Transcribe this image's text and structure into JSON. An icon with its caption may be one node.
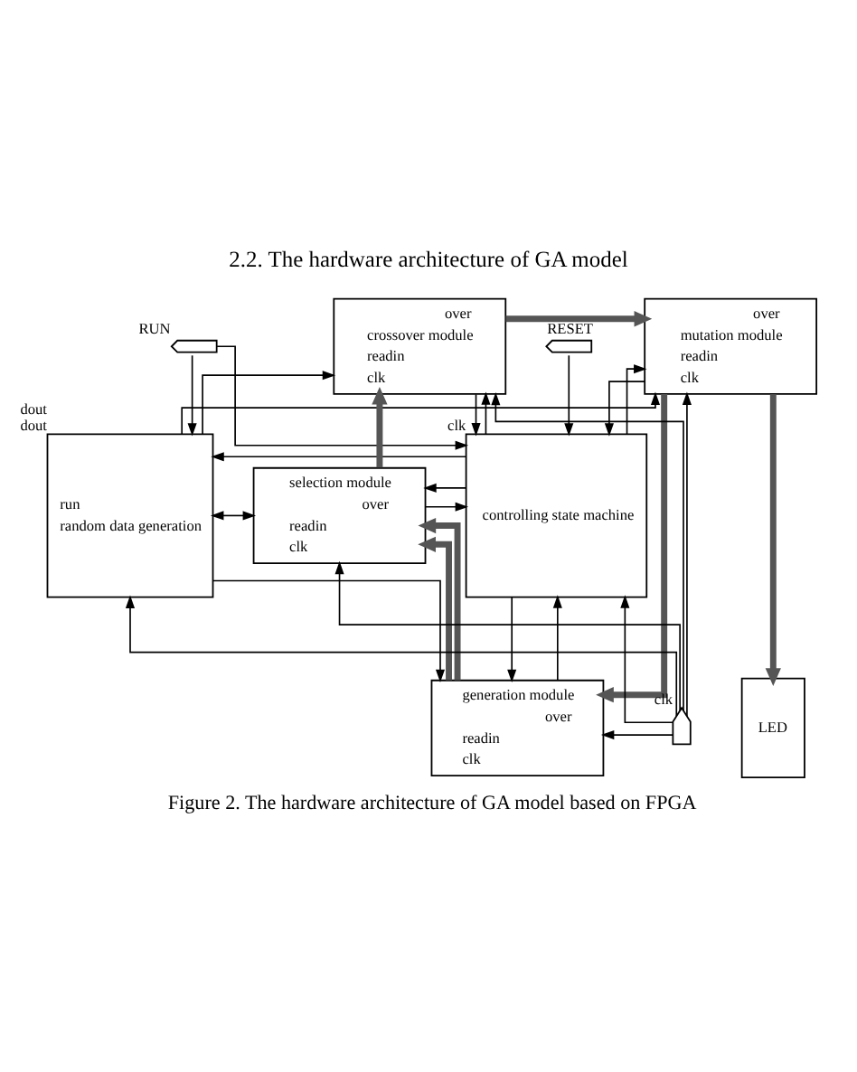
{
  "diagram": {
    "title": "2.2. The hardware architecture of GA model",
    "caption": "Figure 2. The hardware architecture of GA model based on FPGA",
    "nodes": [
      {
        "text": [],
        "shape": "pin",
        "beside": [
          "RUN"
        ]
      },
      {
        "text": [],
        "shape": "pin",
        "beside": [
          "RESET"
        ]
      },
      {
        "text": [
          "over",
          "mutation module",
          "readin",
          "clk"
        ]
      },
      {
        "text": [
          "run",
          "random data generation"
        ],
        "beside": [
          "dout",
          "dout"
        ]
      },
      {
        "text": [
          "over",
          "crossover module",
          "readin",
          "clk"
        ]
      },
      {
        "text": [
          "controlling state machine"
        ],
        "beside": [
          "clk"
        ]
      },
      {
        "text": [
          "selection module",
          "over",
          "readin",
          "clk"
        ]
      },
      {
        "text": [
          "generation module",
          "over",
          "readin",
          "clk"
        ]
      },
      {
        "text": [
          "LED"
        ]
      },
      {
        "text": [],
        "shape": "pin",
        "beside": [
          "clk"
        ]
      }
    ],
    "edges": [
      {
        "from": 0,
        "to": 3,
        "arrow": "to"
      },
      {
        "from": 0,
        "to": 5,
        "arrow": "to"
      },
      {
        "from": 1,
        "to": 5,
        "arrow": "to"
      },
      {
        "from": 9,
        "to": 3,
        "arrow": "to"
      },
      {
        "from": 9,
        "to": 2,
        "arrow": "to"
      },
      {
        "from": 9,
        "to": 4,
        "arrow": "to"
      },
      {
        "from": 9,
        "to": 6,
        "arrow": "to"
      },
      {
        "from": 9,
        "to": 7,
        "arrow": "to"
      },
      {
        "from": 9,
        "to": 5,
        "arrow": "to"
      },
      {
        "from": 3,
        "to": 2,
        "arrow": "to"
      },
      {
        "from": 3,
        "to": 4,
        "arrow": "to"
      },
      {
        "from": 3,
        "to": 6,
        "arrow": "both"
      },
      {
        "from": 3,
        "to": 7,
        "arrow": "to"
      },
      {
        "from": 5,
        "to": 3,
        "arrow": "to"
      },
      {
        "from": 2,
        "to": 5,
        "arrow": "to"
      },
      {
        "from": 4,
        "to": 5,
        "arrow": "to"
      },
      {
        "from": 6,
        "to": 5,
        "arrow": "to"
      },
      {
        "from": 7,
        "to": 5,
        "arrow": "to"
      },
      {
        "from": 5,
        "to": 2,
        "arrow": "to"
      },
      {
        "from": 5,
        "to": 4,
        "arrow": "to"
      },
      {
        "from": 5,
        "to": 6,
        "arrow": "to"
      },
      {
        "from": 5,
        "to": 7,
        "arrow": "to"
      },
      {
        "from": 7,
        "to": 6,
        "arrow": "to",
        "style": "thick"
      },
      {
        "from": 7,
        "to": 6,
        "arrow": "to",
        "style": "thick"
      },
      {
        "from": 6,
        "to": 4,
        "arrow": "to",
        "style": "thick"
      },
      {
        "from": 4,
        "to": 2,
        "arrow": "to",
        "style": "thick"
      },
      {
        "from": 2,
        "to": 7,
        "arrow": "to",
        "style": "thick"
      },
      {
        "from": 2,
        "to": 8,
        "arrow": "to",
        "style": "thick"
      }
    ]
  }
}
